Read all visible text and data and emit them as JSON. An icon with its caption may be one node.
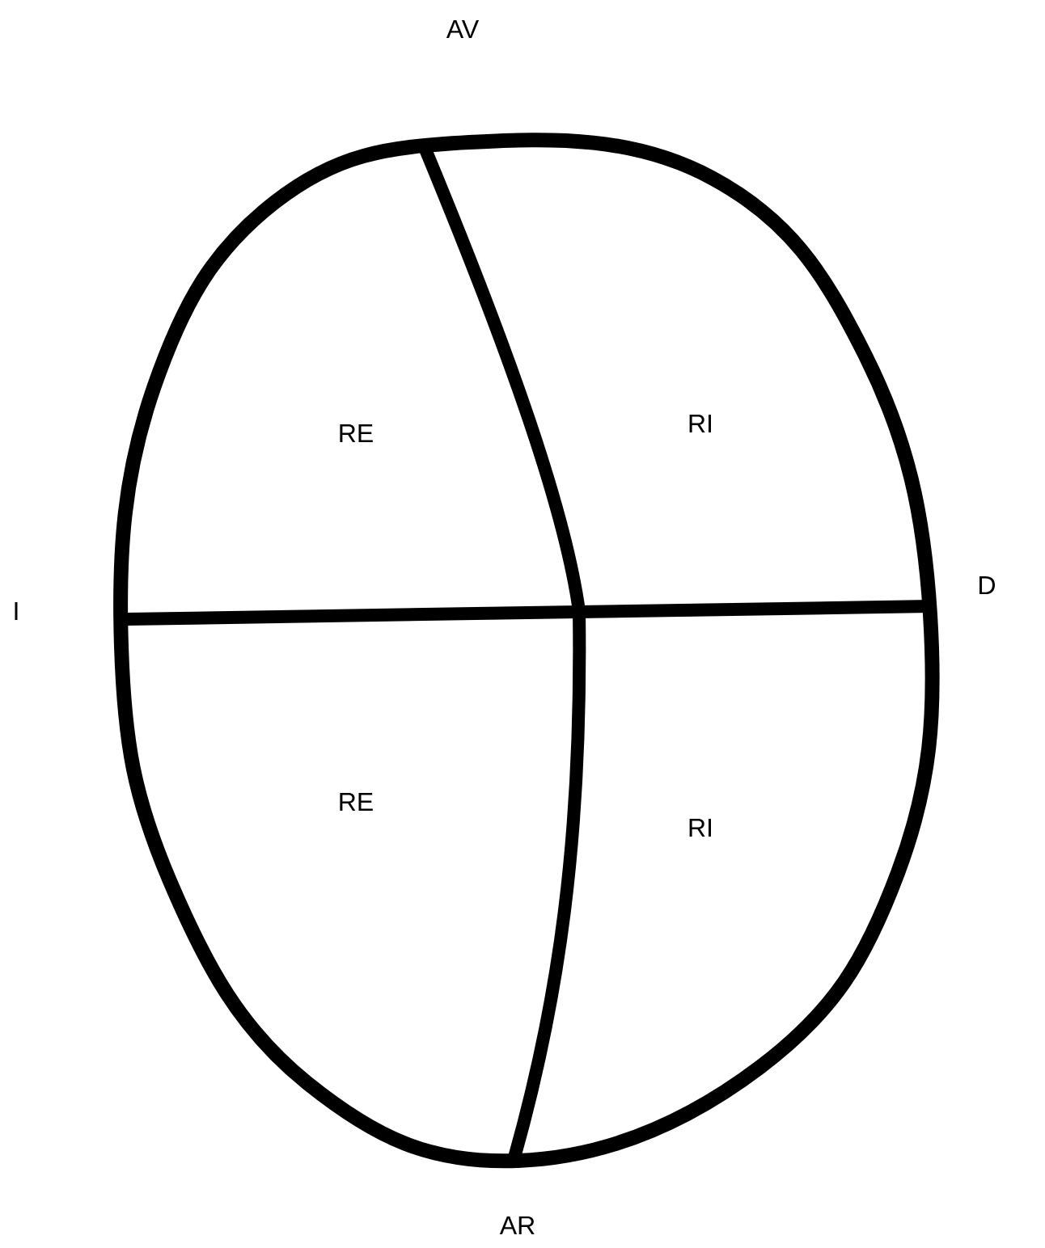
{
  "diagram": {
    "labels": [
      "AV",
      "RE",
      "RI",
      "I",
      "D",
      "RE",
      "RI",
      "AR"
    ]
  }
}
